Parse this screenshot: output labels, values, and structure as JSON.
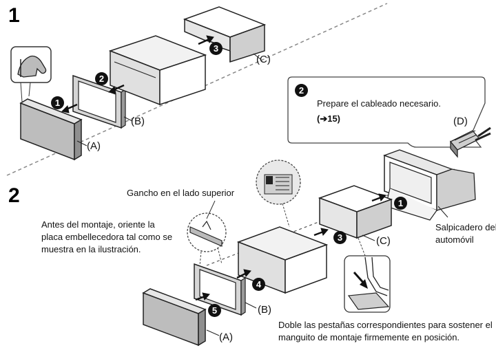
{
  "steps": {
    "step1": "1",
    "step2": "2"
  },
  "step_badges": {
    "b1_1": "1",
    "b1_2": "2",
    "b1_3": "3",
    "callout_badge": "2",
    "b2_1": "1",
    "b2_3": "3",
    "b2_4": "4",
    "b2_5": "5"
  },
  "parts": {
    "a": "(A)",
    "b": "(B)",
    "c": "(C)",
    "d": "(D)"
  },
  "callout": {
    "line1": "Prepare el cableado necesario.",
    "line2": "(➔15)"
  },
  "labels": {
    "hook": "Gancho en el lado superior",
    "before_mount": [
      "Antes del montaje, oriente la",
      "placa embellecedora tal como se",
      "muestra en la ilustración."
    ],
    "dashboard": [
      "Salpicadero del",
      "automóvil"
    ],
    "tabs": [
      "Doble las pestañas correspondientes para sostener el",
      "manguito de montaje firmemente en posición."
    ]
  },
  "icons": [
    "hand-icon",
    "arrow-icon",
    "connector-icon"
  ]
}
